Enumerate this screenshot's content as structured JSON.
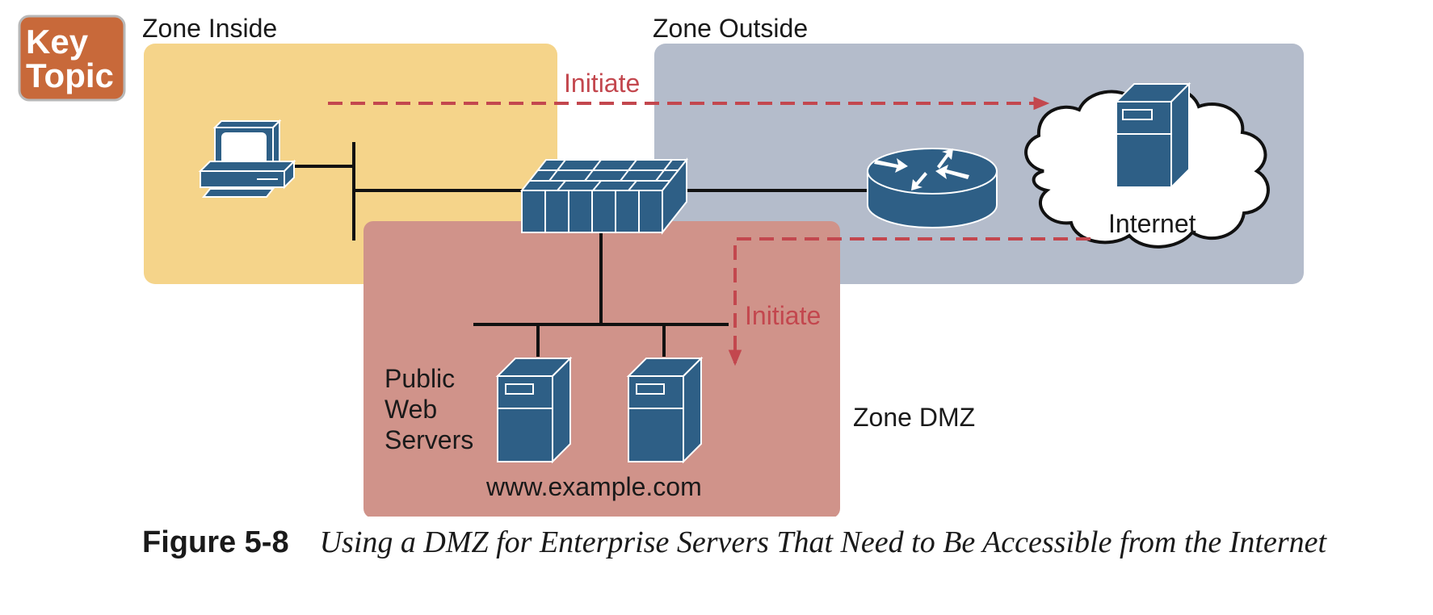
{
  "badge": {
    "line1": "Key",
    "line2": "Topic"
  },
  "zones": {
    "inside": "Zone Inside",
    "outside": "Zone Outside",
    "dmz": "Zone DMZ"
  },
  "flows": {
    "outbound_label": "Initiate",
    "inbound_label": "Initiate"
  },
  "devices": {
    "internet_label": "Internet",
    "servers_label_lines": [
      "Public",
      "Web",
      "Servers"
    ],
    "servers_host": "www.example.com"
  },
  "caption": {
    "number": "Figure 5-8",
    "text": "Using a DMZ for Enterprise Servers That Need to Be Accessible from the Internet"
  },
  "colors": {
    "zone_inside": "#F5D48A",
    "zone_outside": "#B4BCCB",
    "zone_dmz": "#D0938A",
    "device_blue": "#2E5F86",
    "flow_red": "#C3474E",
    "badge_orange": "#C8693A"
  }
}
